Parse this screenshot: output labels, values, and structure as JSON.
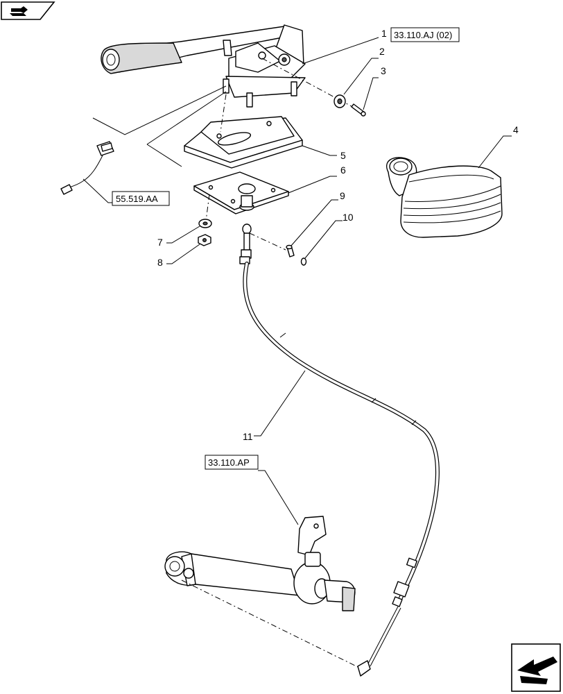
{
  "nav": {
    "top_icon": "book-arrow-icon",
    "bottom_icon": "return-arrow-icon"
  },
  "callouts": [
    "1",
    "2",
    "3",
    "4",
    "5",
    "6",
    "7",
    "8",
    "9",
    "10",
    "11"
  ],
  "references": {
    "lever_assembly": "33.110.AJ (02)",
    "switch": "55.519.AA",
    "brake_linkage": "33.110.AP"
  }
}
